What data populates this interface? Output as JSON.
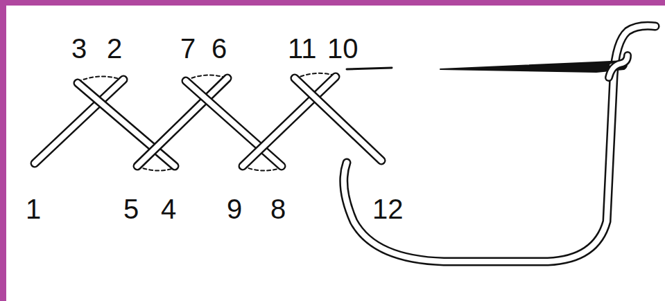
{
  "diagram": {
    "labels": [
      "3",
      "2",
      "7",
      "6",
      "11",
      "10",
      "1",
      "5",
      "4",
      "9",
      "8",
      "12"
    ]
  }
}
